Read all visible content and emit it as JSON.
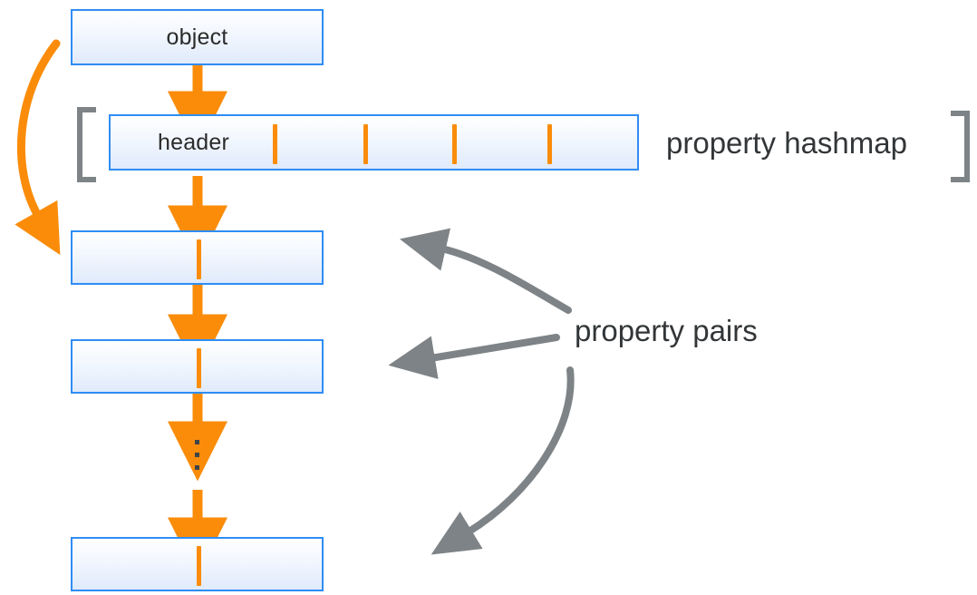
{
  "diagram": {
    "title_nodes": {
      "object_label": "object",
      "header_label": "header"
    },
    "annotations": {
      "hashmap_label": "property hashmap",
      "pairs_label": "property pairs"
    },
    "boxes": [
      {
        "name": "object-box",
        "label": "object"
      },
      {
        "name": "header-box",
        "label": "header"
      },
      {
        "name": "pair-box-1",
        "label": ""
      },
      {
        "name": "pair-box-2",
        "label": ""
      },
      {
        "name": "pair-box-3",
        "label": ""
      }
    ],
    "hashmap_slot_count": 4,
    "ellipsis": "⋮",
    "colors": {
      "box_border": "#2F8DF4",
      "box_fill_top": "#ffffff",
      "box_fill_bottom": "#dfeafb",
      "arrow_orange": "#FA8C0A",
      "arrow_gray": "#7D8386",
      "bracket_gray": "#7D8386",
      "text": "#333638",
      "background": "#ffffff"
    }
  }
}
